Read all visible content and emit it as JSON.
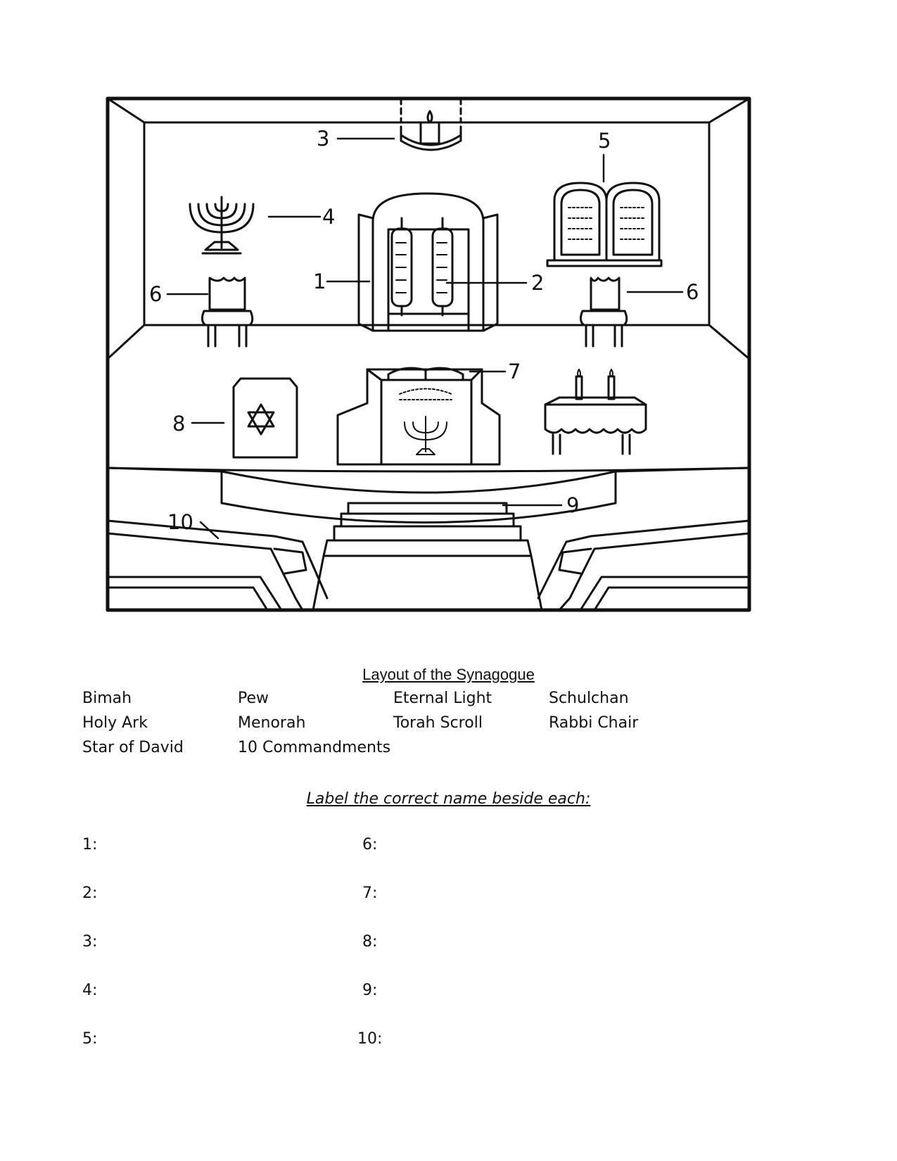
{
  "worksheet": {
    "title": "Layout of the Synagogue",
    "word_bank": [
      [
        "Bimah",
        "Pew",
        "Eternal Light",
        "Schulchan"
      ],
      [
        "Holy Ark",
        "Menorah",
        "Torah Scroll",
        "Rabbi Chair"
      ],
      [
        "Star of David",
        "10 Commandments"
      ]
    ],
    "instruction": "Label the correct name beside each:",
    "answers": {
      "left": [
        "1:",
        "2:",
        "3:",
        "4:",
        "5:"
      ],
      "right": [
        "6:",
        "7:",
        "8:",
        "9:",
        "10:"
      ]
    }
  },
  "diagram": {
    "labels": [
      "1",
      "2",
      "3",
      "4",
      "5",
      "6",
      "6",
      "7",
      "8",
      "9",
      "10"
    ]
  }
}
